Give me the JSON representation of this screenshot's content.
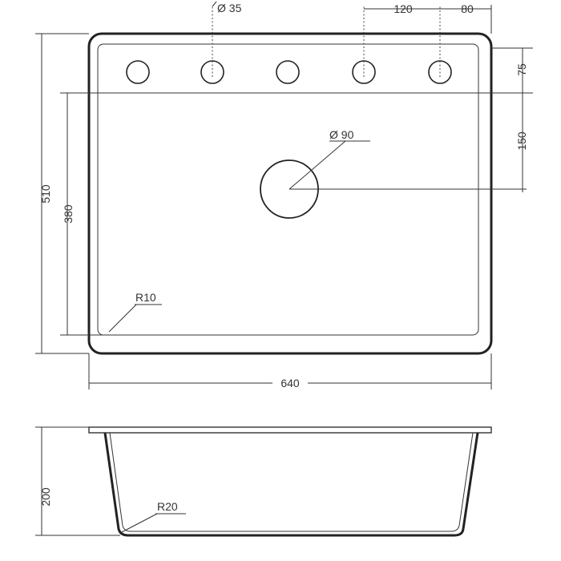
{
  "dimensions": {
    "tap_hole_diameter": "Ø 35",
    "hole_spacing": "120",
    "edge_offset": "80",
    "deck_depth": "75",
    "drain_offset": "150",
    "drain_diameter": "Ø 90",
    "overall_depth": "510",
    "bowl_depth": "380",
    "inner_radius": "R10",
    "overall_width": "640",
    "bowl_height": "200",
    "bottom_radius": "R20"
  },
  "colors": {
    "line": "#222222",
    "background": "#ffffff"
  }
}
